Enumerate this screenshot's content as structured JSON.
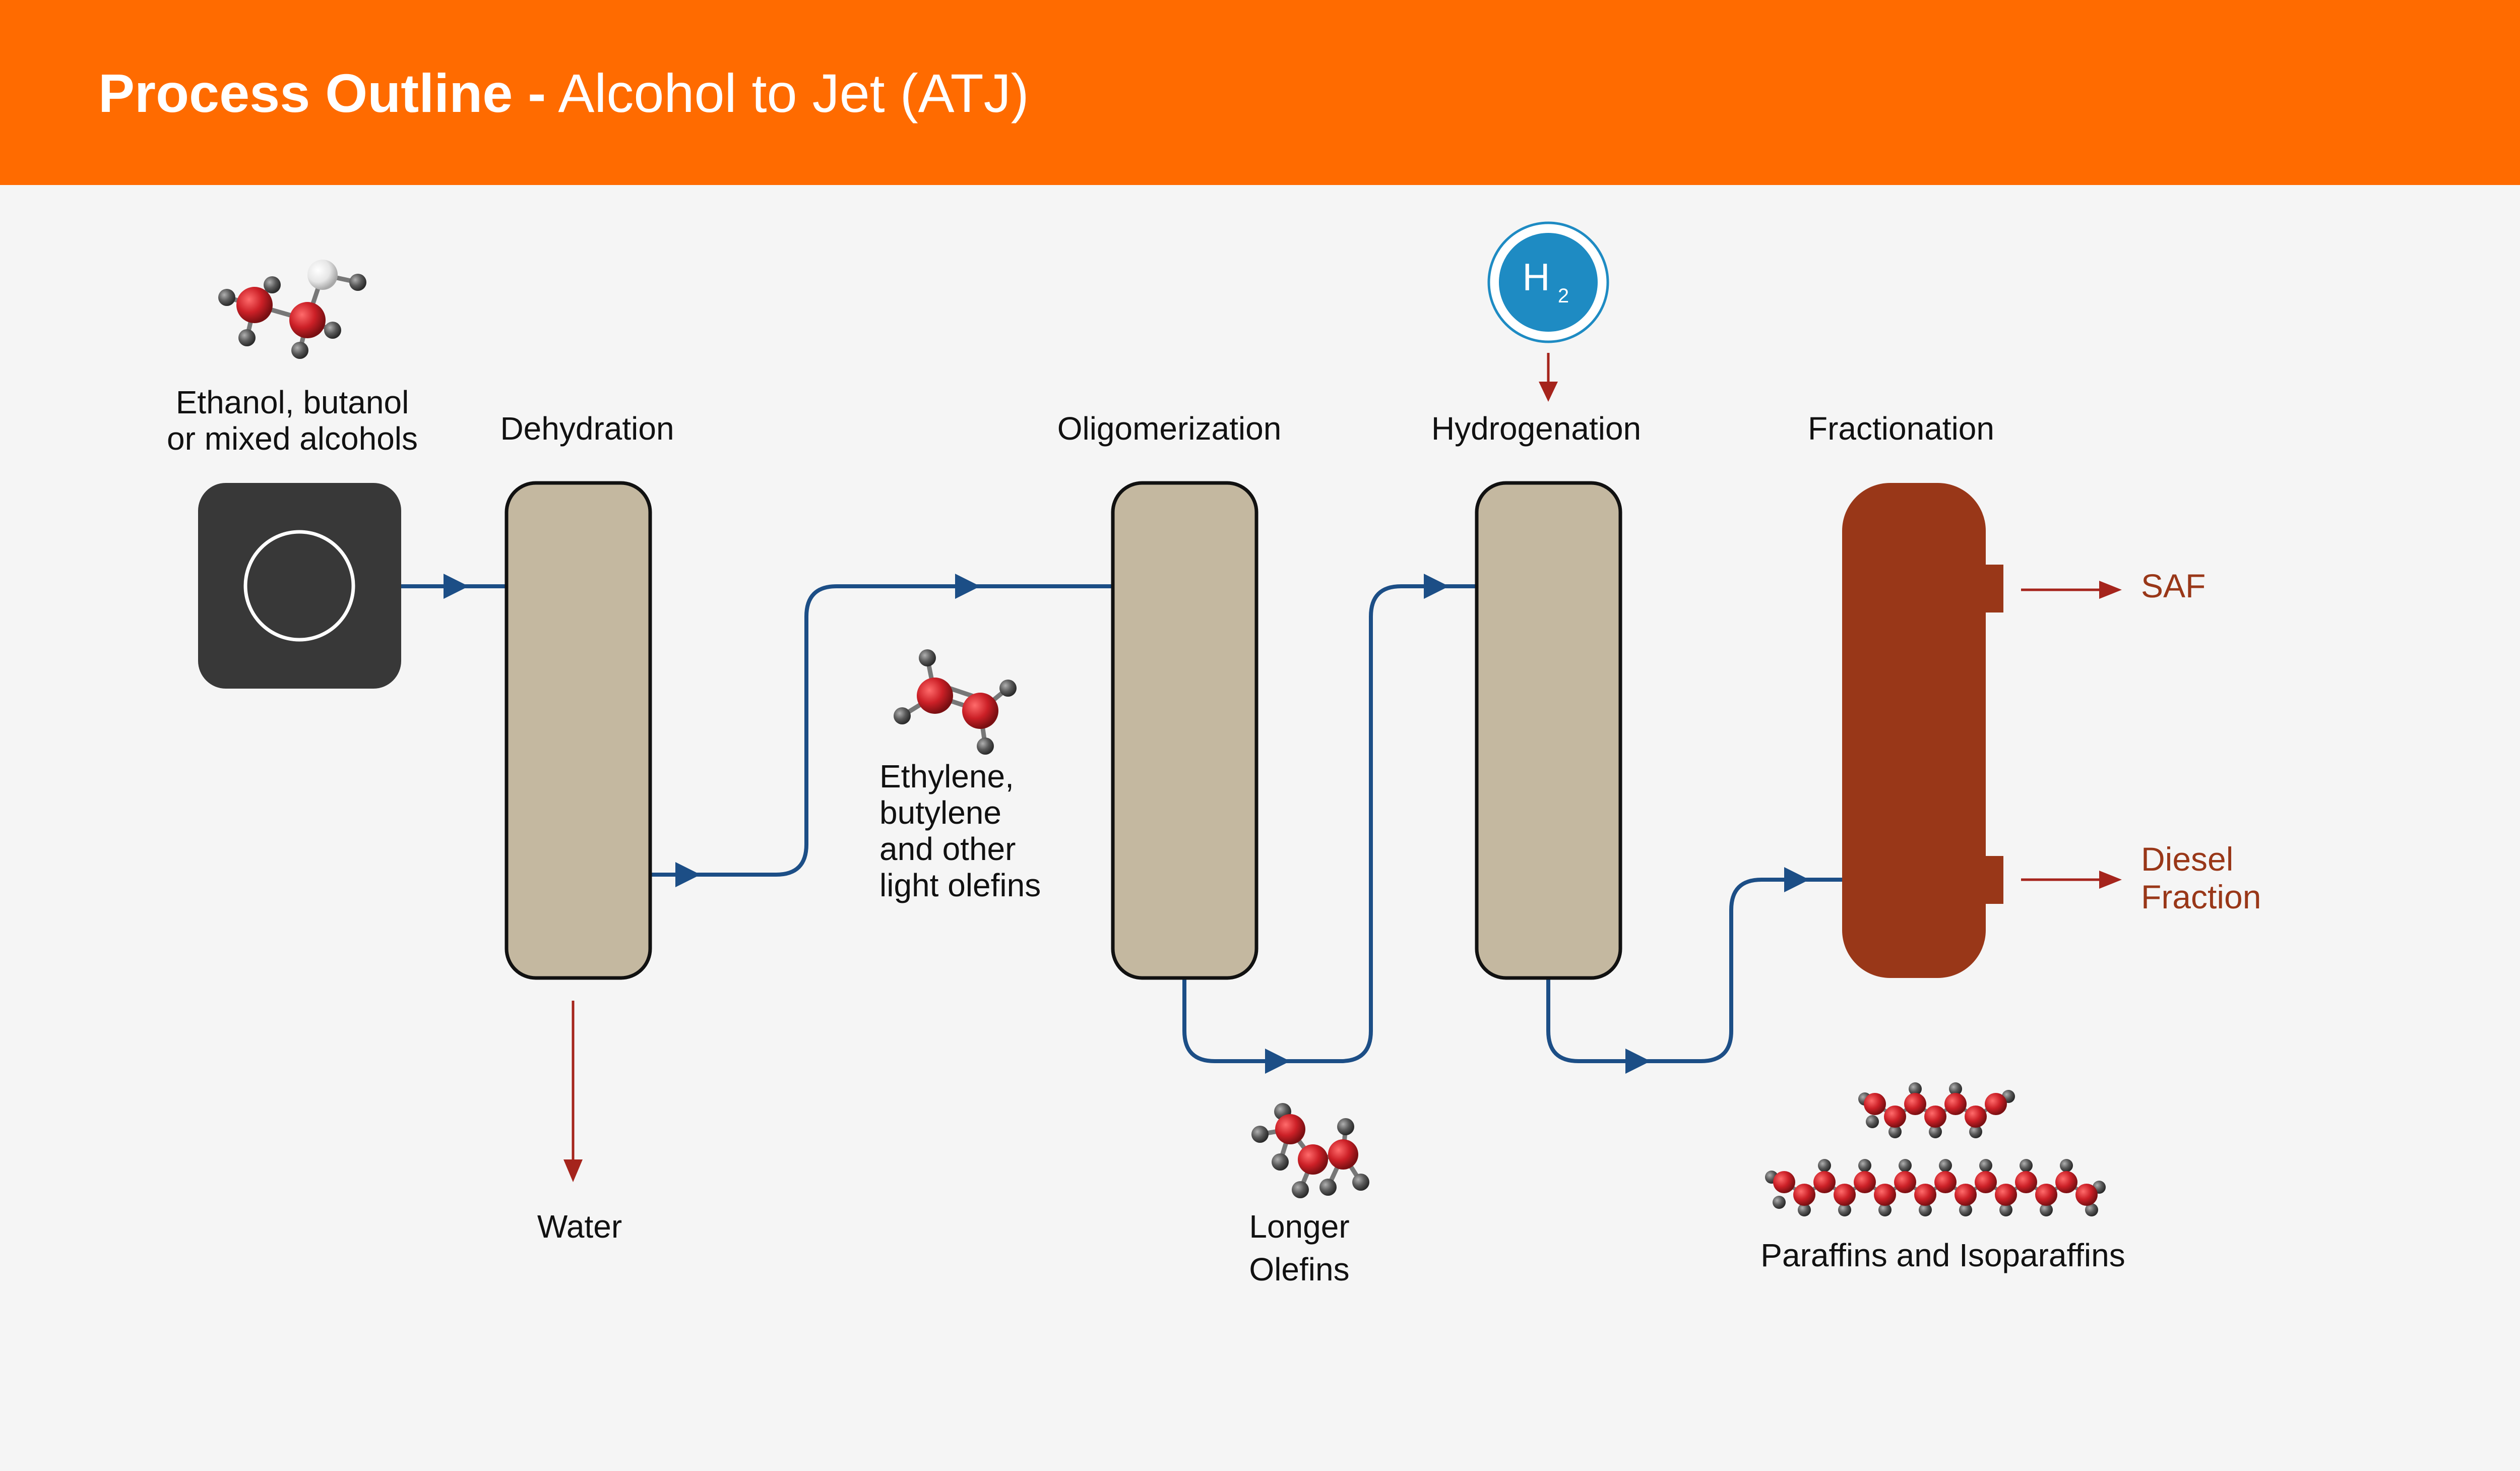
{
  "title": {
    "bold": "Process Outline -",
    "light": "Alcohol to Jet (ATJ)"
  },
  "feed": {
    "label_line1": "Ethanol, butanol",
    "label_line2": "or mixed alcohols"
  },
  "stages": {
    "dehydration": "Dehydration",
    "oligomerization": "Oligomerization",
    "hydrogenation": "Hydrogenation",
    "fractionation": "Fractionation"
  },
  "hydrogen": {
    "symbol": "H",
    "subscript": "2"
  },
  "intermediates": {
    "light_olefins": [
      "Ethylene,",
      "butylene",
      "and other",
      "light olefins"
    ],
    "water": "Water",
    "longer_olefins": [
      "Longer",
      "Olefins"
    ],
    "paraffins": "Paraffins and Isoparaffins"
  },
  "products": {
    "saf": "SAF",
    "diesel": [
      "Diesel",
      "Fraction"
    ]
  },
  "colors": {
    "header": "#ff6b00",
    "background": "#f5f5f5",
    "reactor": "#c4b8a0",
    "fractionator": "#993718",
    "flow_line": "#1c4e86",
    "output_arrow": "#a5241c",
    "product_text": "#993718",
    "hydrogen": "#1e8bc3",
    "feed_box": "#383838",
    "atom_carbon": "#cc2027",
    "atom_hydrogen": "#5a5a5a"
  }
}
